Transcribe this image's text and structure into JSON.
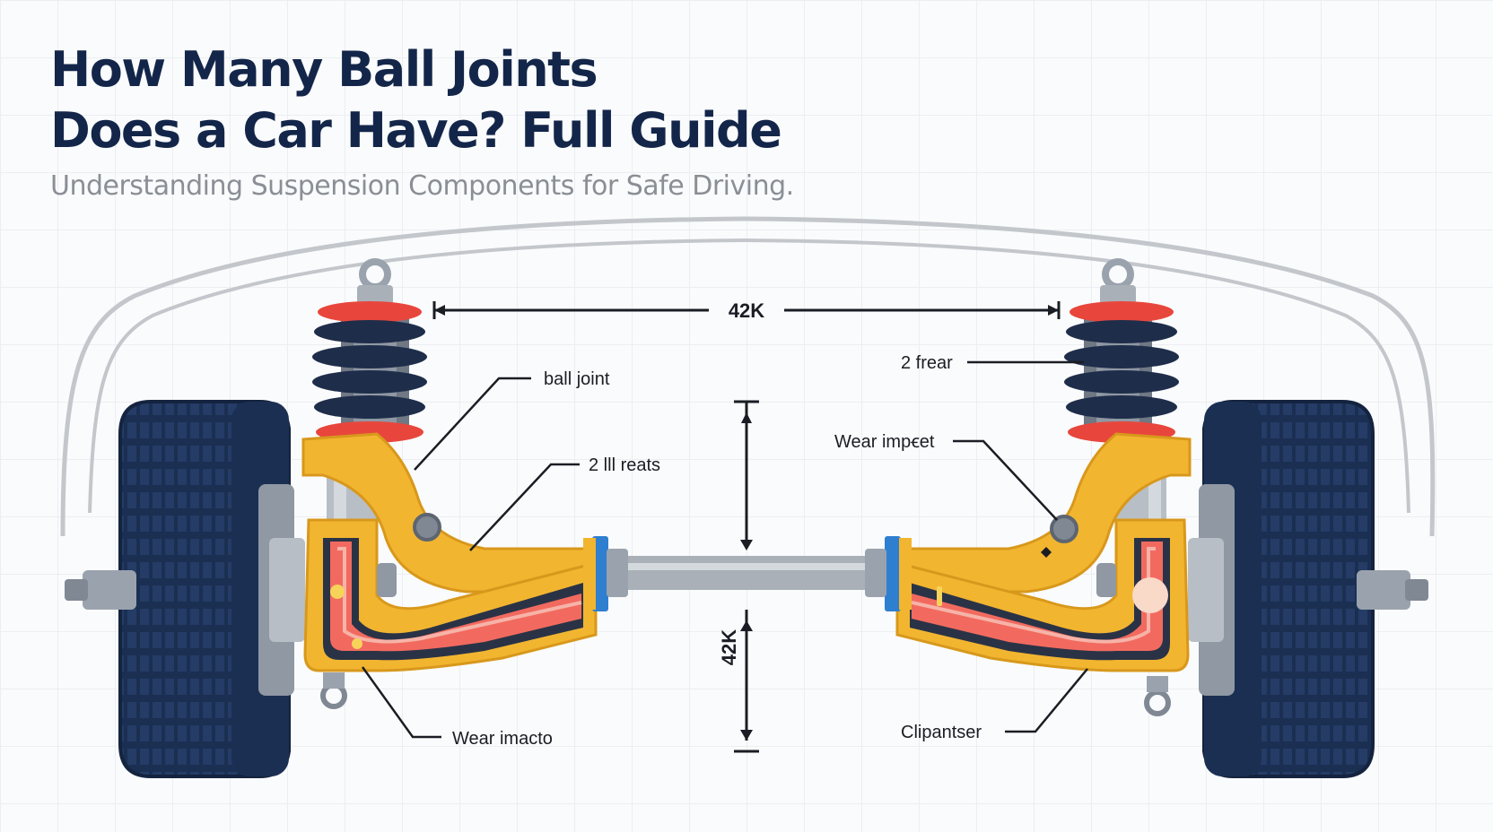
{
  "header": {
    "title_line1": "How Many Ball Joints",
    "title_line2": "Does a Car Have? Full Guide",
    "subtitle": "Understanding Suspension Components for Safe Driving."
  },
  "dimensions": {
    "width_label": "42K",
    "height_label": "42K"
  },
  "callouts": {
    "ball_joint": "ball joint",
    "ill_reats": "2 lll reats",
    "wear_impacto": "Wear imacto",
    "frear": "2 frear",
    "wear_impet": "Wear impꞓet",
    "clipantser": "Clipantser"
  },
  "colors": {
    "tire": "#1b2f52",
    "spring": "#1e2d4a",
    "spring_accent": "#e8463c",
    "control_arm": "#f2b530",
    "inner_core": "#f26a5f",
    "steel": "#a9b0b8",
    "title": "#13264a",
    "subtitle": "#8a8f96"
  }
}
